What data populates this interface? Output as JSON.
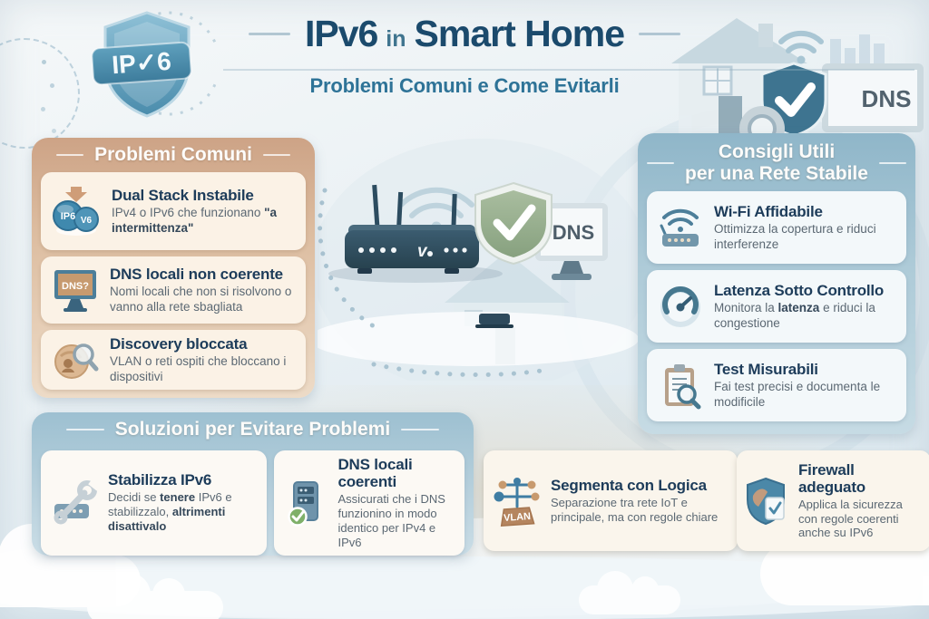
{
  "header": {
    "title_ipv6": "IPv6",
    "title_in": "in",
    "title_rest": "Smart Home",
    "subtitle": "Problemi Comuni e Come Evitarli"
  },
  "badge": {
    "label": "IP✓6"
  },
  "top_right": {
    "dns": "DNS"
  },
  "center": {
    "dns": "DNS"
  },
  "problems": {
    "title": "Problemi Comuni",
    "cards": [
      {
        "title": "Dual Stack Instabile",
        "bubble1": "IP6",
        "bubble2": "V6",
        "body": [
          {
            "t": "IPv4 o IPv6 che funzionano "
          },
          {
            "t": "\"a intermittenza\"",
            "b": true
          }
        ]
      },
      {
        "title": "DNS locali non coerente",
        "screen": "DNS?",
        "body": [
          {
            "t": "Nomi locali che non si risolvono o vanno alla rete sbagliata"
          }
        ]
      },
      {
        "title": "Discovery bloccata",
        "body": [
          {
            "t": "VLAN o reti ospiti che bloccano i dispositivi"
          }
        ]
      }
    ]
  },
  "tips": {
    "title_line1": "Consigli Utili",
    "title_line2": "per una Rete Stabile",
    "cards": [
      {
        "title": "Wi-Fi Affidabile",
        "body": [
          {
            "t": "Ottimizza la copertura e riduci interferenze"
          }
        ]
      },
      {
        "title": "Latenza Sotto Controllo",
        "body": [
          {
            "t": "Monitora la "
          },
          {
            "t": "latenza",
            "b": true
          },
          {
            "t": " e riduci la congestione"
          }
        ]
      },
      {
        "title": "Test Misurabili",
        "body": [
          {
            "t": "Fai test precisi e documenta le modificile"
          }
        ]
      }
    ]
  },
  "solutions": {
    "title": "Soluzioni per Evitare Problemi",
    "cards": [
      {
        "title": "Stabilizza IPv6",
        "body": [
          {
            "t": "Decidi se "
          },
          {
            "t": "tenere",
            "b": true
          },
          {
            "t": " IPv6 e stabilizzalo, "
          },
          {
            "t": "altrimenti disattivalo",
            "b": true
          }
        ]
      },
      {
        "title": "DNS locali coerenti",
        "body": [
          {
            "t": "Assicurati che i DNS funzionino in modo identico per IPv4 e IPv6"
          }
        ]
      }
    ]
  },
  "extra_cards": [
    {
      "title": "Segmenta con Logica",
      "tag": "VLAN",
      "body": [
        {
          "t": "Separazione tra rete IoT e principale, ma con regole chiare"
        }
      ]
    },
    {
      "title": "Firewall adeguato",
      "body": [
        {
          "t": "Applica la sicurezza con regole coerenti anche su IPv6"
        }
      ]
    }
  ],
  "colors": {
    "title_navy": "#1b4a6c",
    "subtitle_blue": "#2e7397",
    "panel_tan": "#cda386",
    "panel_blue": "#8fb6c9",
    "card_cream": "#fbf2e6",
    "card_white": "#f3f8fa",
    "card_warm_white": "#fcf9f4",
    "shield_green": "#8ba583",
    "accent_teal": "#3e7490",
    "vlan_brown": "#b5855f",
    "check_green": "#7fb069"
  }
}
